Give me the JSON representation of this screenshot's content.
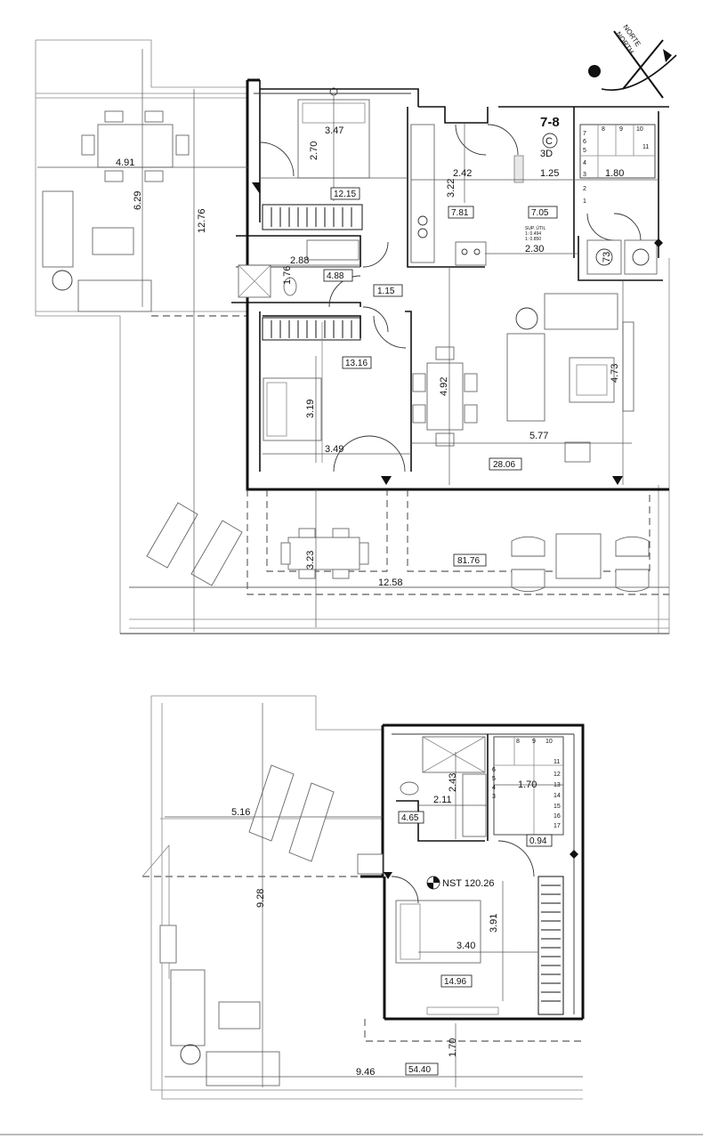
{
  "unit": {
    "code": "7-8",
    "block": "C",
    "floor": "3D"
  },
  "compass": {
    "label_1": "NORTE",
    "label_2": "NORTH"
  },
  "lower_floor": {
    "dimensions": {
      "terrace_width": "4.91",
      "terrace_depth": "6.29",
      "total_depth": "12.76",
      "bedroom1_width": "3.47",
      "bedroom1_depth": "2.70",
      "kitchen_width": "2.42",
      "kitchen_depth": "3.22",
      "stair_a": "1.25",
      "stair_b": "1.80",
      "laundry_width": "2.30",
      "laundry_depth": ".73",
      "bath_width": "2.88",
      "bath_depth": "1.76",
      "dining_depth": "4.92",
      "living_depth": "4.73",
      "living_width": "5.77",
      "bedroom2_depth": "3.19",
      "bedroom2_width": "3.49",
      "porch_depth": "3.23",
      "porch_width": "12.58"
    },
    "areas": {
      "bedroom1": "12.15",
      "kitchen": "7.81",
      "hall": "7.05",
      "bath": "4.88",
      "corridor": "1.15",
      "bedroom2": "13.16",
      "living": "28.06",
      "terrace": "81.76"
    },
    "stair_steps": [
      "7",
      "8",
      "9",
      "10",
      "6",
      "11",
      "5",
      "4",
      "3",
      "2",
      "1"
    ],
    "legend_small": [
      "SUP. ÚTIL",
      "1: 0.494",
      "1: 0.850"
    ]
  },
  "upper_floor": {
    "dimensions": {
      "roof_terrace_width": "5.16",
      "roof_terrace_depth": "9.28",
      "bath_depth": "2.43",
      "bath_width": "2.11",
      "stair_width": "1.70",
      "bedroom_depth": "3.91",
      "bedroom_width": "3.40",
      "front_depth": "1.70",
      "total_width": "9.46"
    },
    "areas": {
      "bath": "4.65",
      "landing": "0.94",
      "bedroom": "14.96",
      "roof_terrace": "54.40"
    },
    "level_label": "NST 120.26",
    "stair_steps_top": [
      "8",
      "9",
      "10"
    ],
    "stair_steps_left": [
      "6",
      "5",
      "4",
      "3"
    ],
    "stair_steps_right": [
      "11",
      "12",
      "13",
      "14",
      "15",
      "16",
      "17"
    ]
  }
}
